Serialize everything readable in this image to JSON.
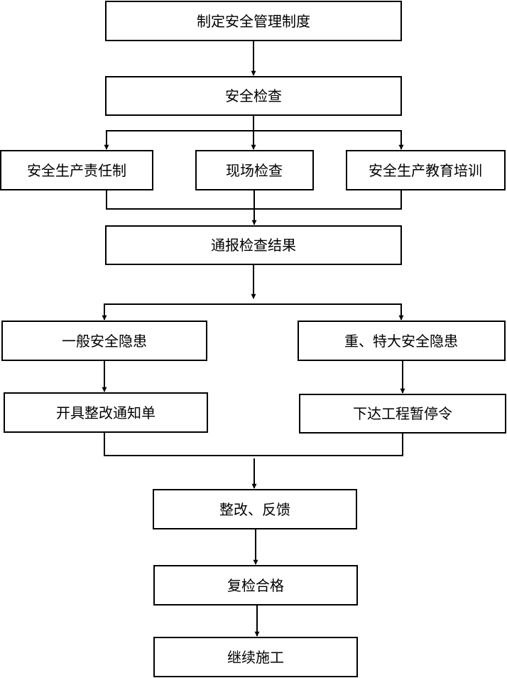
{
  "flowchart": {
    "nodes": {
      "n1": "制定安全管理制度",
      "n2": "安全检查",
      "n3a": "安全生产责任制",
      "n3b": "现场检查",
      "n3c": "安全生产教育培训",
      "n4": "通报检查结果",
      "n5a": "一般安全隐患",
      "n5b": "重、特大安全隐患",
      "n6a": "开具整改通知单",
      "n6b": "下达工程暂停令",
      "n7": "整改、反馈",
      "n8": "复检合格",
      "n9": "继续施工"
    },
    "colors": {
      "stroke": "#000000",
      "fill": "#ffffff",
      "text": "#000000"
    }
  }
}
